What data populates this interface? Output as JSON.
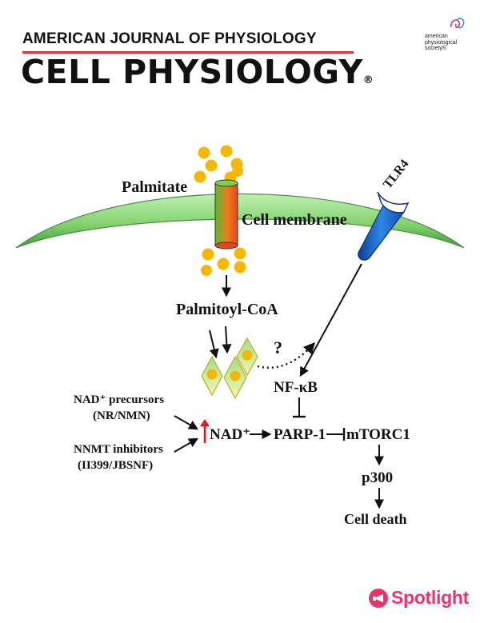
{
  "header": {
    "journal_line1": "AMERICAN JOURNAL OF PHYSIOLOGY",
    "journal_line2": "CELL PHYSIOLOGY",
    "registered_mark": "®",
    "society": [
      "american",
      "physiological",
      "society®"
    ]
  },
  "diagram": {
    "palmitate": "Palmitate",
    "cell_membrane": "Cell membrane",
    "tlr4": "TLR4",
    "palmitoyl_coa": "Palmitoyl-CoA",
    "question": "?",
    "nfkb": "NF-κB",
    "nad_precursors_line1": "NAD⁺ precursors",
    "nad_precursors_line2": "(NR/NMN)",
    "nnmt_line1": "NNMT inhibitors",
    "nnmt_line2": "(II399/JBSNF)",
    "nad": "NAD⁺",
    "parp1": "PARP-1",
    "mtorc1": "mTORC1",
    "p300": "p300",
    "cell_death": "Cell death"
  },
  "footer": {
    "spotlight": "Spotlight"
  },
  "colors": {
    "accent_red": "#d23a3f",
    "spotlight_pink": "#e8336d",
    "membrane_green": "#7fcf6a",
    "palmitate_yellow": "#f5b800",
    "tlr4_blue": "#1f6fd0"
  }
}
